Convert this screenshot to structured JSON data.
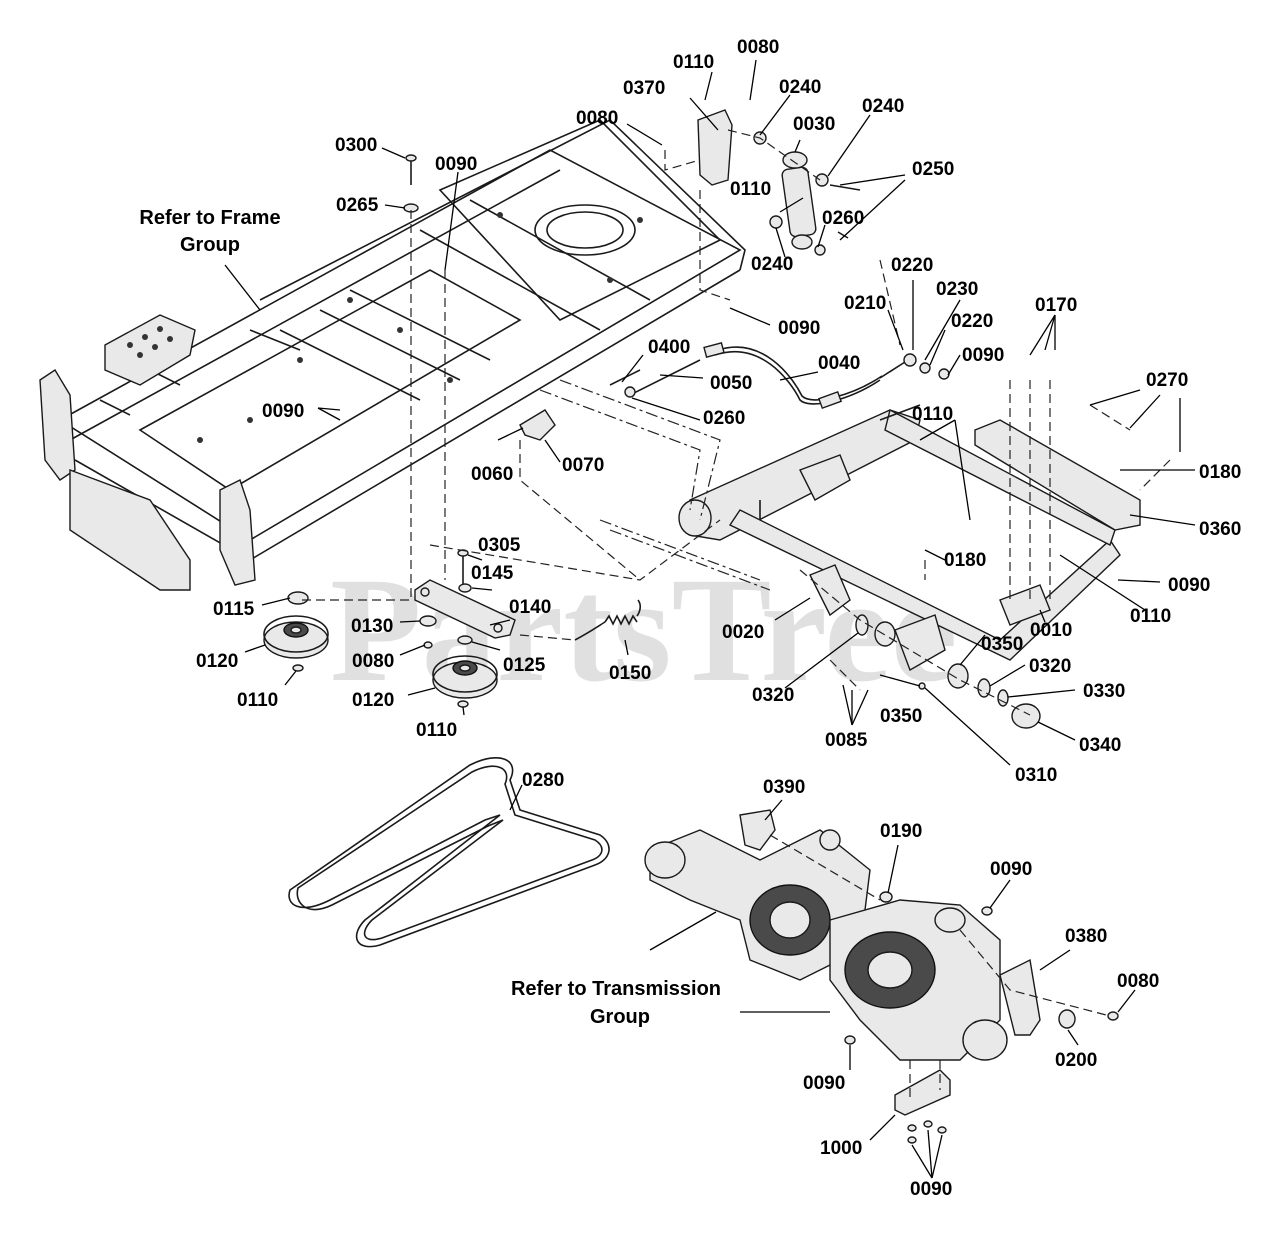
{
  "watermark": "PartsTree",
  "references": {
    "frame_line1": "Refer to Frame",
    "frame_line2": "Group",
    "transmission_line1": "Refer to Transmission",
    "transmission_line2": "Group"
  },
  "labels": [
    {
      "id": "0110-top",
      "text": "0110"
    },
    {
      "id": "0080-top",
      "text": "0080"
    },
    {
      "id": "0370",
      "text": "0370"
    },
    {
      "id": "0240-a",
      "text": "0240"
    },
    {
      "id": "0080-b",
      "text": "0080"
    },
    {
      "id": "0030",
      "text": "0030"
    },
    {
      "id": "0240-b",
      "text": "0240"
    },
    {
      "id": "0300",
      "text": "0300"
    },
    {
      "id": "0090-a",
      "text": "0090"
    },
    {
      "id": "0250",
      "text": "0250"
    },
    {
      "id": "0110-b",
      "text": "0110"
    },
    {
      "id": "0265",
      "text": "0265"
    },
    {
      "id": "0260-a",
      "text": "0260"
    },
    {
      "id": "0240-c",
      "text": "0240"
    },
    {
      "id": "0220-a",
      "text": "0220"
    },
    {
      "id": "0090-b",
      "text": "0090"
    },
    {
      "id": "0230",
      "text": "0230"
    },
    {
      "id": "0170",
      "text": "0170"
    },
    {
      "id": "0210",
      "text": "0210"
    },
    {
      "id": "0220-b",
      "text": "0220"
    },
    {
      "id": "0400",
      "text": "0400"
    },
    {
      "id": "0090-c",
      "text": "0090"
    },
    {
      "id": "0040",
      "text": "0040"
    },
    {
      "id": "0050",
      "text": "0050"
    },
    {
      "id": "0270",
      "text": "0270"
    },
    {
      "id": "0090-d",
      "text": "0090"
    },
    {
      "id": "0260-b",
      "text": "0260"
    },
    {
      "id": "0110-c",
      "text": "0110"
    },
    {
      "id": "0070",
      "text": "0070"
    },
    {
      "id": "0180-a",
      "text": "0180"
    },
    {
      "id": "0060",
      "text": "0060"
    },
    {
      "id": "0360",
      "text": "0360"
    },
    {
      "id": "0305",
      "text": "0305"
    },
    {
      "id": "0180-b",
      "text": "0180"
    },
    {
      "id": "0145",
      "text": "0145"
    },
    {
      "id": "0090-e",
      "text": "0090"
    },
    {
      "id": "0115",
      "text": "0115"
    },
    {
      "id": "0140",
      "text": "0140"
    },
    {
      "id": "0110-d",
      "text": "0110"
    },
    {
      "id": "0130",
      "text": "0130"
    },
    {
      "id": "0020",
      "text": "0020"
    },
    {
      "id": "0010",
      "text": "0010"
    },
    {
      "id": "0120-a",
      "text": "0120"
    },
    {
      "id": "0080-c",
      "text": "0080"
    },
    {
      "id": "0125",
      "text": "0125"
    },
    {
      "id": "0150",
      "text": "0150"
    },
    {
      "id": "0350-a",
      "text": "0350"
    },
    {
      "id": "0320-a",
      "text": "0320"
    },
    {
      "id": "0110-e",
      "text": "0110"
    },
    {
      "id": "0120-b",
      "text": "0120"
    },
    {
      "id": "0320-b",
      "text": "0320"
    },
    {
      "id": "0330",
      "text": "0330"
    },
    {
      "id": "0350-b",
      "text": "0350"
    },
    {
      "id": "0110-f",
      "text": "0110"
    },
    {
      "id": "0085",
      "text": "0085"
    },
    {
      "id": "0340",
      "text": "0340"
    },
    {
      "id": "0310",
      "text": "0310"
    },
    {
      "id": "0280",
      "text": "0280"
    },
    {
      "id": "0390",
      "text": "0390"
    },
    {
      "id": "0190",
      "text": "0190"
    },
    {
      "id": "0090-f",
      "text": "0090"
    },
    {
      "id": "0380",
      "text": "0380"
    },
    {
      "id": "0080-d",
      "text": "0080"
    },
    {
      "id": "0200",
      "text": "0200"
    },
    {
      "id": "0090-g",
      "text": "0090"
    },
    {
      "id": "1000",
      "text": "1000"
    },
    {
      "id": "0090-h",
      "text": "0090"
    }
  ]
}
